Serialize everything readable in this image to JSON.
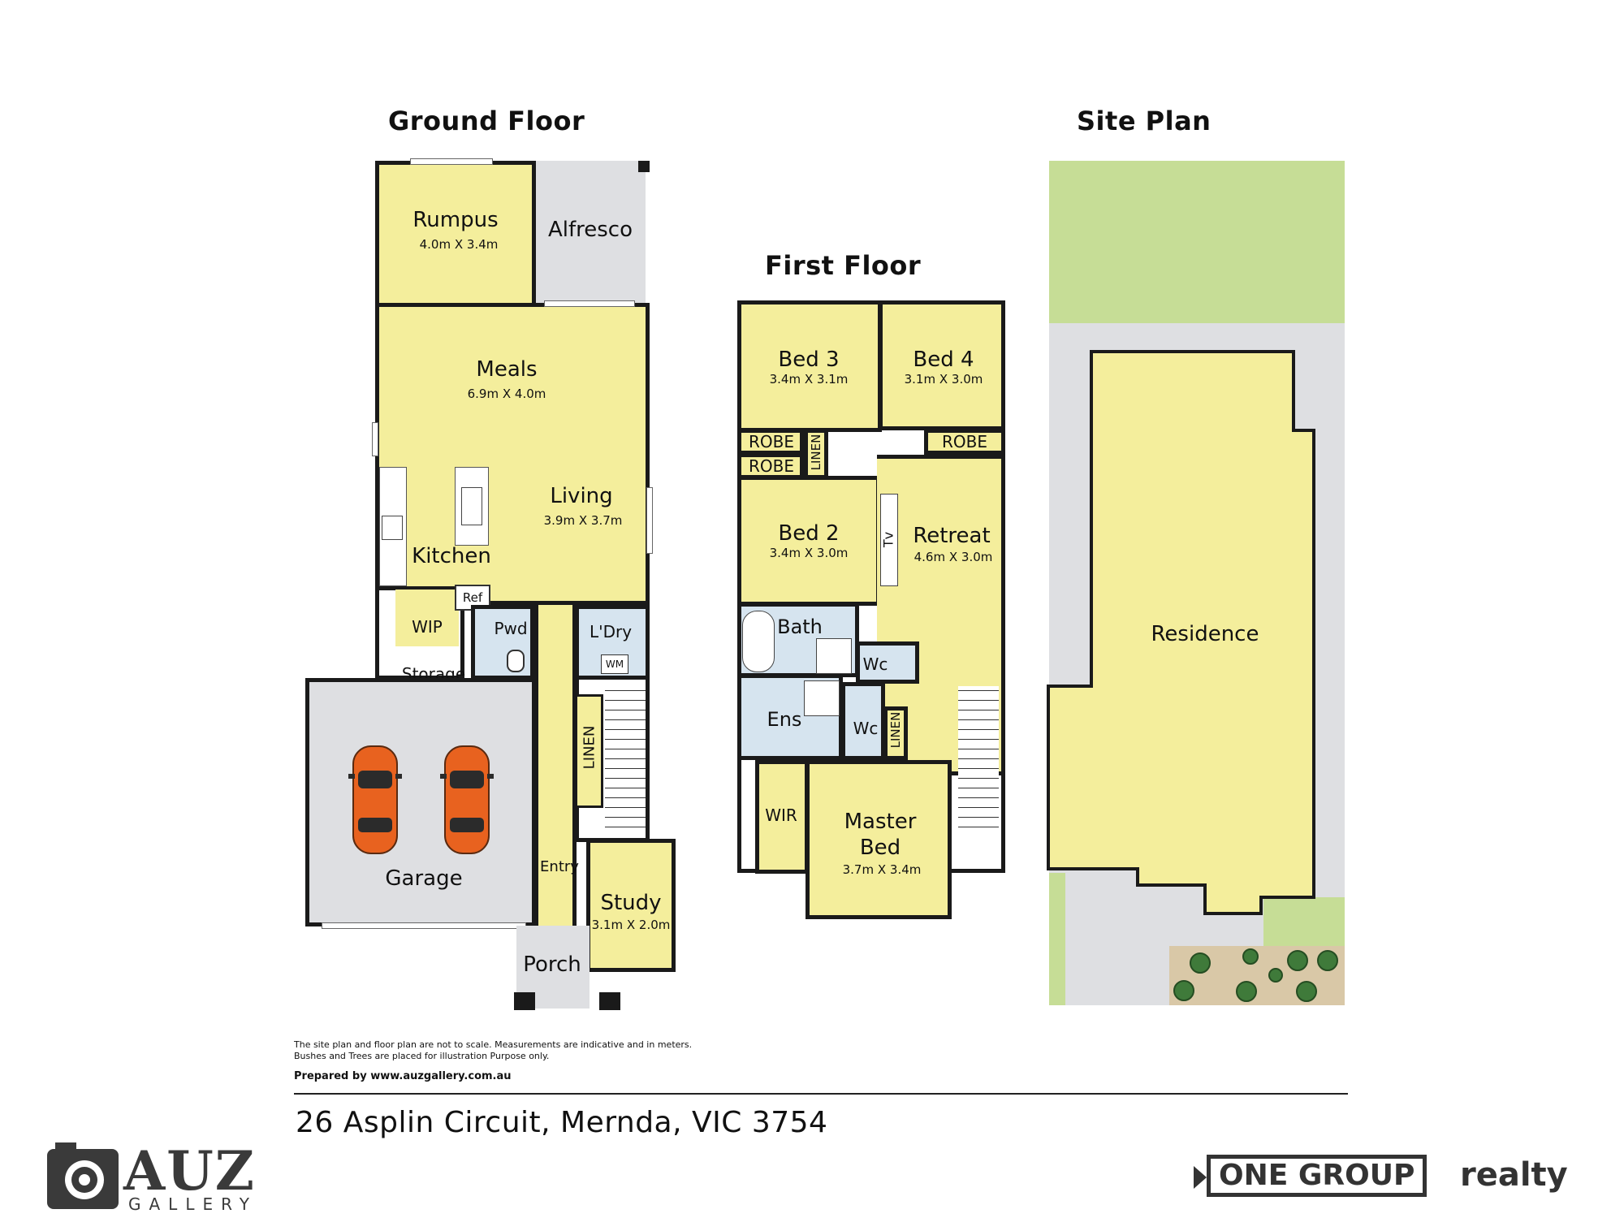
{
  "titles": {
    "ground": "Ground Floor",
    "first": "First Floor",
    "site": "Site Plan"
  },
  "ground_rooms": {
    "rumpus": {
      "name": "Rumpus",
      "dim": "4.0m X 3.4m"
    },
    "alfresco": {
      "name": "Alfresco"
    },
    "meals": {
      "name": "Meals",
      "dim": "6.9m X 4.0m"
    },
    "living": {
      "name": "Living",
      "dim": "3.9m X 3.7m"
    },
    "kitchen": {
      "name": "Kitchen"
    },
    "ref": {
      "name": "Ref"
    },
    "wip": {
      "name": "WIP"
    },
    "pwd": {
      "name": "Pwd"
    },
    "laundry": {
      "name": "L'Dry"
    },
    "wm": {
      "name": "WM"
    },
    "storage": {
      "name": "Storage"
    },
    "linen": {
      "name": "LINEN"
    },
    "garage": {
      "name": "Garage"
    },
    "entry": {
      "name": "Entry"
    },
    "study": {
      "name": "Study",
      "dim": "3.1m X 2.0m"
    },
    "porch": {
      "name": "Porch"
    }
  },
  "first_rooms": {
    "bed3": {
      "name": "Bed 3",
      "dim": "3.4m X 3.1m"
    },
    "bed4": {
      "name": "Bed 4",
      "dim": "3.1m X 3.0m"
    },
    "robe1": {
      "name": "ROBE"
    },
    "robe2": {
      "name": "ROBE"
    },
    "robe3": {
      "name": "ROBE"
    },
    "linen_top": {
      "name": "LINEN"
    },
    "bed2": {
      "name": "Bed 2",
      "dim": "3.4m X 3.0m"
    },
    "tv": {
      "name": "Tv"
    },
    "retreat": {
      "name": "Retreat",
      "dim": "4.6m X 3.0m"
    },
    "bath": {
      "name": "Bath"
    },
    "wc1": {
      "name": "Wc"
    },
    "ens": {
      "name": "Ens"
    },
    "wc2": {
      "name": "Wc"
    },
    "linen_bottom": {
      "name": "LINEN"
    },
    "wir": {
      "name": "WIR"
    },
    "master": {
      "name": "Master\nBed",
      "dim": "3.7m X 3.4m"
    }
  },
  "site": {
    "residence": "Residence"
  },
  "footer": {
    "note_line1": "The site plan and floor plan are not to scale. Measurements are indicative and in meters.",
    "note_line2": "Bushes and Trees are placed for illustration Purpose only.",
    "prepared": "Prepared by www.auzgallery.com.au",
    "address": "26 Asplin Circuit, Mernda, VIC 3754"
  },
  "logos": {
    "auz_main": "AUZ",
    "auz_sub": "GALLERY",
    "onegroup_boxed": "ONE GROUP",
    "onegroup_tail": "realty"
  },
  "colors": {
    "room": "#f4ee9c",
    "wet": "#d6e4ef",
    "paving": "#dedfe2",
    "lawn": "#c6dd96",
    "car": "#e8621f"
  }
}
